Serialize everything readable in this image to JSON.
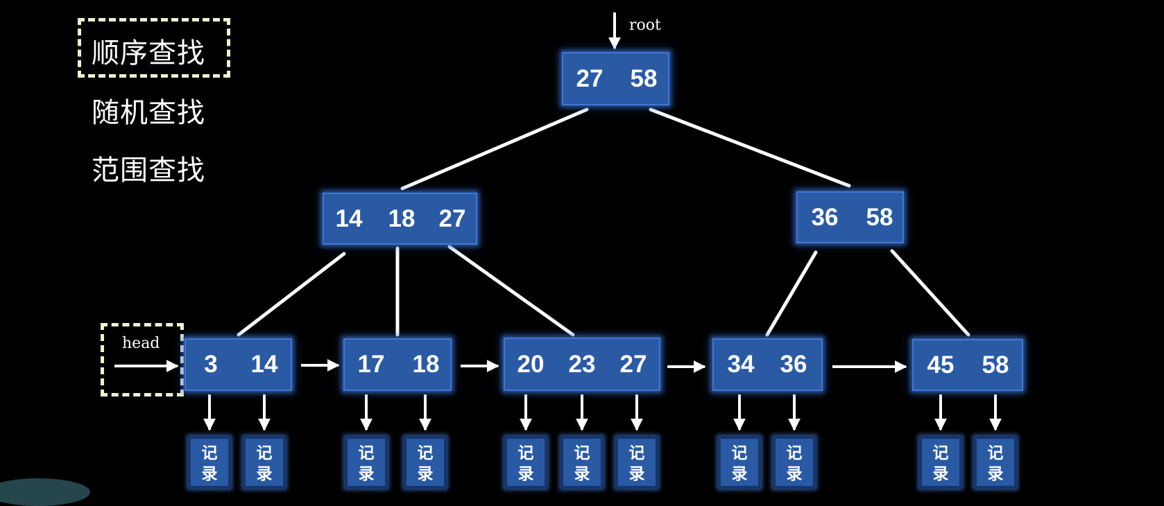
{
  "menu": {
    "items": [
      "顺序查找",
      "随机查找",
      "范围查找"
    ],
    "highlighted_index": 0
  },
  "tree": {
    "root_label": "root",
    "head_label": "head",
    "root": {
      "keys": [
        "27",
        "58"
      ]
    },
    "internal": [
      {
        "keys": [
          "14",
          "18",
          "27"
        ]
      },
      {
        "keys": [
          "36",
          "58"
        ]
      }
    ],
    "leaves": [
      {
        "keys": [
          "3",
          "14"
        ]
      },
      {
        "keys": [
          "17",
          "18"
        ]
      },
      {
        "keys": [
          "20",
          "23",
          "27"
        ]
      },
      {
        "keys": [
          "34",
          "36"
        ]
      },
      {
        "keys": [
          "45",
          "58"
        ]
      }
    ],
    "record_label": [
      "记",
      "录"
    ]
  },
  "colors": {
    "background": "#000000",
    "node_fill": "#2a5aa4",
    "node_glow": "#4682e6",
    "highlight_dash": "#eef2cf",
    "line": "#ffffff"
  }
}
